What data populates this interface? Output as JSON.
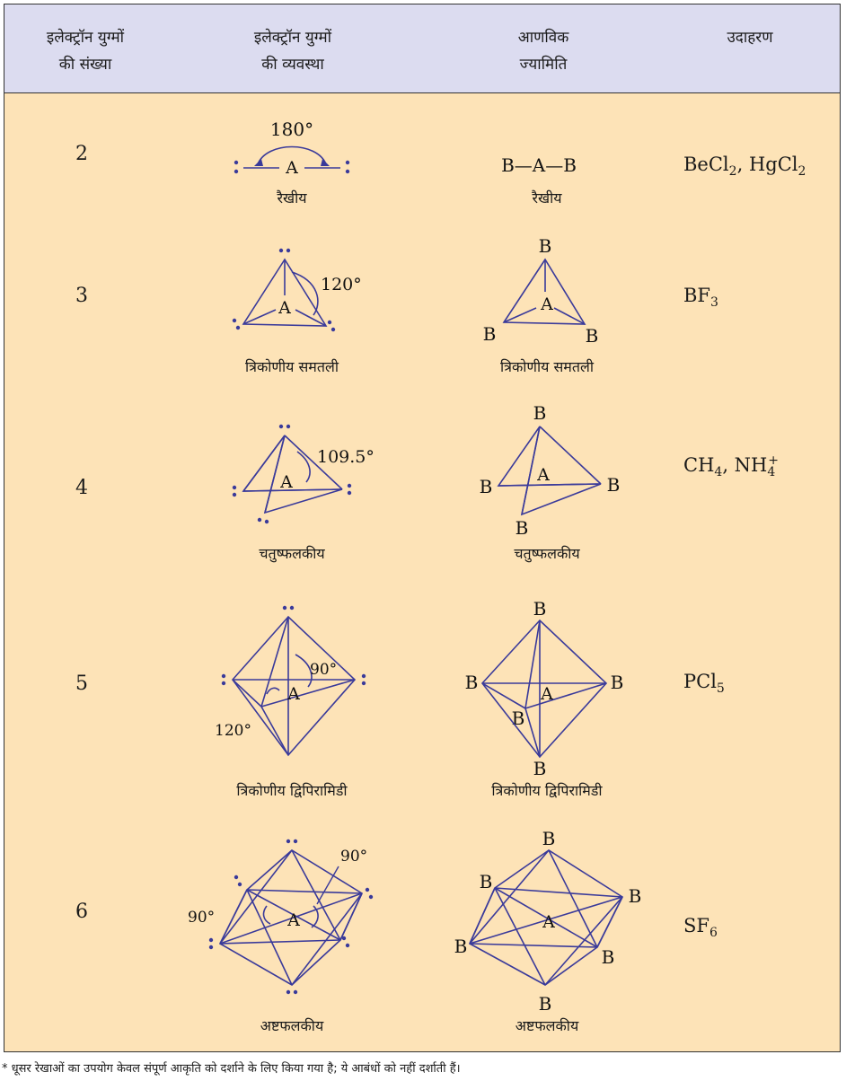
{
  "headers": {
    "col1_line1": "इलेक्ट्रॉन युग्मों",
    "col1_line2": "की संख्या",
    "col2_line1": "इलेक्ट्रॉन युग्मों",
    "col2_line2": "की व्यवस्था",
    "col3_line1": "आणविक",
    "col3_line2": "ज्यामिति",
    "col4": "उदाहरण"
  },
  "rows": [
    {
      "count": "2",
      "arrangement": "रैखीय",
      "geometry": "रैखीय",
      "angle": "180°",
      "geometry_label": "B—A—B",
      "example": {
        "a": "BeCl",
        "a_sub": "2",
        "sep": ", ",
        "b": "HgCl",
        "b_sub": "2"
      }
    },
    {
      "count": "3",
      "arrangement": "त्रिकोणीय समतली",
      "geometry": "त्रिकोणीय समतली",
      "angle": "120°",
      "example": {
        "a": "BF",
        "a_sub": "3"
      }
    },
    {
      "count": "4",
      "arrangement": "चतुष्फलकीय",
      "geometry": "चतुष्फलकीय",
      "angle": "109.5°",
      "example": {
        "a": "CH",
        "a_sub": "4",
        "sep": ", ",
        "b": "NH",
        "b_sub": "4",
        "b_sup": "+"
      }
    },
    {
      "count": "5",
      "arrangement": "त्रिकोणीय द्विपिरामिडी",
      "geometry": "त्रिकोणीय द्विपिरामिडी",
      "angle_a": "90°",
      "angle_b": "120°",
      "example": {
        "a": "PCl",
        "a_sub": "5"
      }
    },
    {
      "count": "6",
      "arrangement": "अष्टफलकीय",
      "geometry": "अष्टफलकीय",
      "angle_a": "90°",
      "angle_b": "90°",
      "example": {
        "a": "SF",
        "a_sub": "6"
      }
    }
  ],
  "atoms": {
    "central": "A",
    "ligand": "B"
  },
  "footnote": "* धूसर रेखाओं का उपयोग केवल संपूर्ण आकृति को दर्शाने के लिए किया गया है; ये आबंधों को नहीं दर्शाती हैं।",
  "colors": {
    "line": "#3a3a9a",
    "header_bg": "#dcdcf0",
    "body_bg": "#fde3b7"
  }
}
